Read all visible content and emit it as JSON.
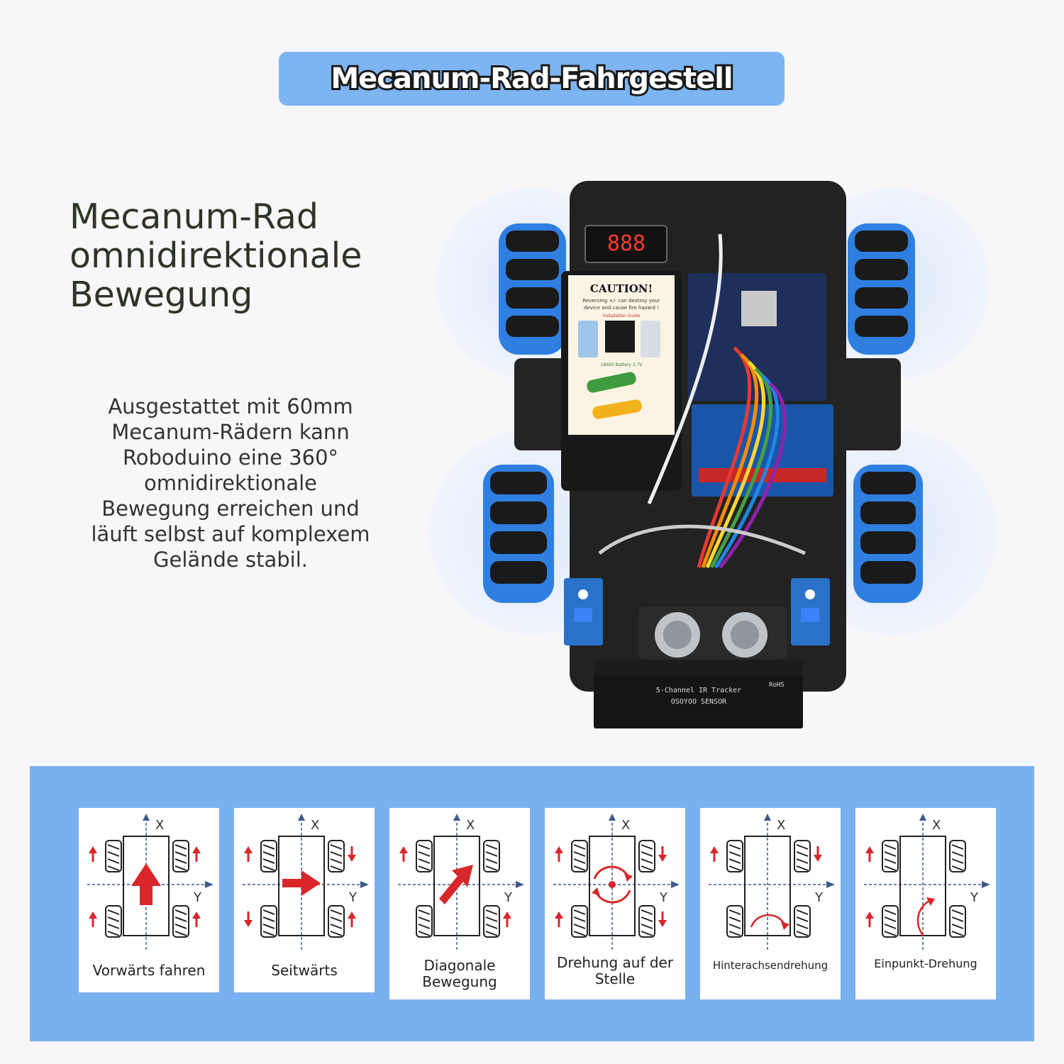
{
  "banner": {
    "title": "Mecanum-Rad-Fahrgestell"
  },
  "headline": {
    "lines": [
      "Mecanum-Rad",
      "omnidirektionale",
      "Bewegung"
    ]
  },
  "description": {
    "lines": [
      "Ausgestattet mit 60mm",
      "Mecanum-Rädern kann",
      "Roboduino eine 360°",
      "omnidirektionale",
      "Bewegung erreichen und",
      "läuft selbst auf komplexem",
      "Gelände stabil."
    ]
  },
  "robot": {
    "display_value": "888",
    "caution_title": "CAUTION!",
    "caution_line1": "Reversing +/- can destroy your",
    "caution_line2": "device and cause fire hazard !",
    "install_guide": "Installation Guide",
    "battery_label": "18650 Battery 3.7V",
    "sensor_label": "OSOYOO SENSOR",
    "tracker_label": "5-Channel IR Tracker",
    "rohs_label": "RoHS"
  },
  "axes": {
    "x": "X",
    "y": "Y"
  },
  "modes": [
    {
      "caption": [
        "Vorwärts fahren"
      ]
    },
    {
      "caption": [
        "Seitwärts"
      ]
    },
    {
      "caption": [
        "Diagonale",
        "Bewegung"
      ]
    },
    {
      "caption": [
        "Drehung auf der",
        "Stelle"
      ]
    },
    {
      "caption": [
        "Hinterachsendrehung"
      ]
    },
    {
      "caption": [
        "Einpunkt-Drehung"
      ]
    }
  ],
  "colors": {
    "banner": "#7db5f2",
    "panel": "#79b1f0",
    "arrow_red": "#d8262a",
    "axis_blue": "#3d5a8c",
    "wheel_blue": "#2f7fe0"
  }
}
